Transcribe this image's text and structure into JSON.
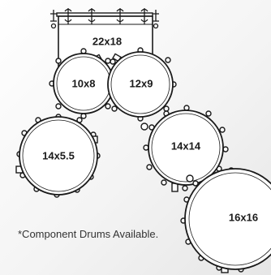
{
  "diagram": {
    "drums": [
      {
        "id": "bass",
        "label": "22x18",
        "kind": "bass-drum"
      },
      {
        "id": "tom1",
        "label": "10x8",
        "kind": "rack-tom"
      },
      {
        "id": "tom2",
        "label": "12x9",
        "kind": "rack-tom"
      },
      {
        "id": "snare",
        "label": "14x5.5",
        "kind": "snare-drum"
      },
      {
        "id": "floor1",
        "label": "14x14",
        "kind": "floor-tom"
      },
      {
        "id": "floor2",
        "label": "16x16",
        "kind": "floor-tom"
      }
    ],
    "note": "*Component Drums Available."
  },
  "colors": {
    "outline": "#1a1a1a",
    "head": "#ffffff",
    "background": "#f2f2f2"
  }
}
